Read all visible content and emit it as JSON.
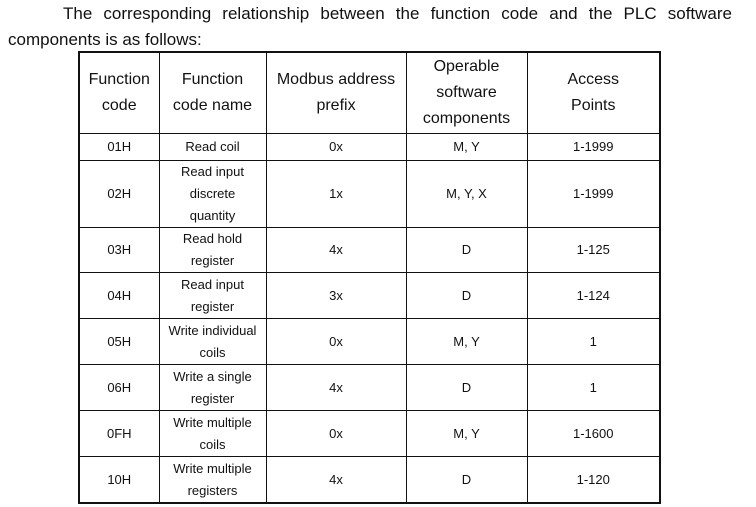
{
  "intro": {
    "line1": "The corresponding relationship between the function code and the PLC software",
    "line2": "components is as follows:"
  },
  "table": {
    "headers": [
      "Function code",
      "Function code name",
      "Modbus address prefix",
      "Operable software components",
      "Access Points"
    ],
    "rows": [
      {
        "code": "01H",
        "name": "Read coil",
        "prefix": "0x",
        "components": "M, Y",
        "points": "1-1999"
      },
      {
        "code": "02H",
        "name": "Read input discrete quantity",
        "prefix": "1x",
        "components": "M, Y, X",
        "points": "1-1999"
      },
      {
        "code": "03H",
        "name": "Read hold register",
        "prefix": "4x",
        "components": "D",
        "points": "1-125"
      },
      {
        "code": "04H",
        "name": "Read input register",
        "prefix": "3x",
        "components": "D",
        "points": "1-124"
      },
      {
        "code": "05H",
        "name": "Write individual coils",
        "prefix": "0x",
        "components": "M, Y",
        "points": "1"
      },
      {
        "code": "06H",
        "name": "Write a single register",
        "prefix": "4x",
        "components": "D",
        "points": "1"
      },
      {
        "code": "0FH",
        "name": "Write multiple coils",
        "prefix": "0x",
        "components": "M, Y",
        "points": "1-1600"
      },
      {
        "code": "10H",
        "name": "Write multiple registers",
        "prefix": "4x",
        "components": "D",
        "points": "1-120"
      }
    ]
  }
}
